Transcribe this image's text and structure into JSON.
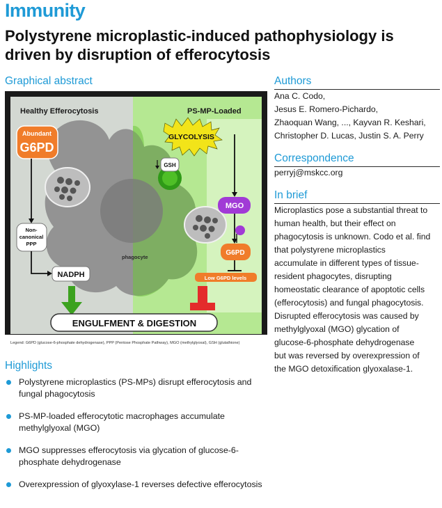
{
  "journal": "Immunity",
  "title": "Polystyrene microplastic-induced pathophysiology is driven by disruption of efferocytosis",
  "graphical_abstract": {
    "heading": "Graphical abstract",
    "left_panel_title": "Healthy Efferocytosis",
    "right_panel_title": "PS-MP-Loaded",
    "abundant_label": "Abundant",
    "g6pd_big": "G6PD",
    "noncanonical_ppp": [
      "Non-",
      "canonical",
      "PPP"
    ],
    "nadph": "NADPH",
    "glycolysis": "GLYCOLYSIS",
    "gsh": "GSH",
    "mgo": "MGO",
    "g6pd_small": "G6PD",
    "low_g6pd": "Low G6PD levels",
    "phagocyte": "phagocyte",
    "engulfment": "ENGULFMENT & DIGESTION",
    "legend": "Legend: G6PD (glucose-6-phosphate dehydrogenase), PPP (Pentose Phosphate Pathway), MGO (methylglyoxal), GSH (glutathione)",
    "colors": {
      "left_bg": "#d3d8d2",
      "right_bg": "#b5e892",
      "orange": "#f07c2a",
      "mgo_purple": "#a13ad6",
      "green_arrow": "#3ca21f",
      "red_block": "#e42b2b"
    }
  },
  "highlights": {
    "heading": "Highlights",
    "items": [
      "Polystyrene microplastics (PS-MPs) disrupt efferocytosis and fungal phagocytosis",
      "PS-MP-loaded efferocytotic macrophages accumulate methylglyoxal (MGO)",
      "MGO suppresses efferocytosis via glycation of glucose-6-phosphate dehydrogenase",
      "Overexpression of glyoxylase-1 reverses defective efferocytosis"
    ]
  },
  "authors": {
    "heading": "Authors",
    "lines": [
      "Ana C. Codo,",
      "Jesus E. Romero-Pichardo,",
      "Zhaoquan Wang, ..., Kayvan R. Keshari,",
      "Christopher D. Lucas, Justin S. A. Perry"
    ]
  },
  "correspondence": {
    "heading": "Correspondence",
    "email": "perryj@mskcc.org"
  },
  "in_brief": {
    "heading": "In brief",
    "lines": [
      "Microplastics pose a substantial threat to",
      "human health, but their effect on",
      "phagocytosis is unknown. Codo et al. find",
      "that polystyrene microplastics",
      "accumulate in different types of tissue-",
      "resident phagocytes, disrupting",
      "homeostatic clearance of apoptotic cells",
      "(efferocytosis) and fungal phagocytosis.",
      "Disrupted efferocytosis was caused by",
      "methylglyoxal (MGO) glycation of",
      "glucose-6-phosphate dehydrogenase",
      "but was reversed by overexpression of",
      "the MGO detoxification glyoxalase-1."
    ]
  }
}
